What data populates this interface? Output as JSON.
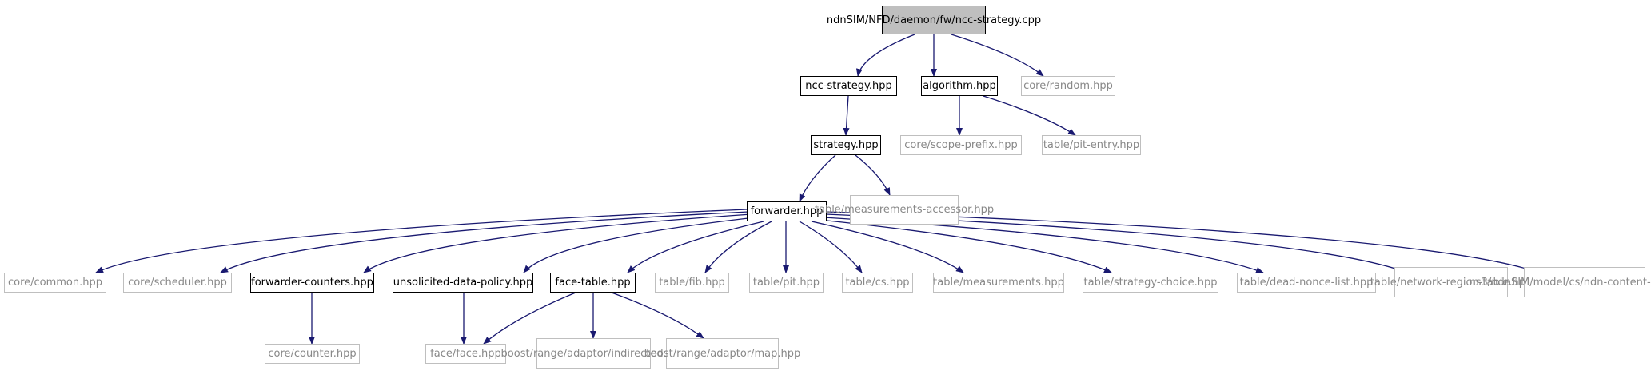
{
  "colors": {
    "edge": "#191970",
    "main_fill": "#bfbfbf",
    "documented_border": "#000000",
    "external_border": "#bfbfbf",
    "external_text": "#888888"
  },
  "nodes": {
    "ncc_strategy_cpp": [
      "ndnSIM/NFD/daemon/fw",
      "/ncc-strategy.cpp"
    ],
    "ncc_strategy_hpp": [
      "ncc-strategy.hpp"
    ],
    "algorithm_hpp": [
      "algorithm.hpp"
    ],
    "core_random_hpp": [
      "core/random.hpp"
    ],
    "strategy_hpp": [
      "strategy.hpp"
    ],
    "core_scope_prefix_hpp": [
      "core/scope-prefix.hpp"
    ],
    "table_pit_entry_hpp": [
      "table/pit-entry.hpp"
    ],
    "forwarder_hpp": [
      "forwarder.hpp"
    ],
    "table_measurements_accessor_hpp": [
      "table/measurements",
      "-accessor.hpp"
    ],
    "core_common_hpp": [
      "core/common.hpp"
    ],
    "core_scheduler_hpp": [
      "core/scheduler.hpp"
    ],
    "forwarder_counters_hpp": [
      "forwarder-counters.hpp"
    ],
    "unsolicited_data_policy_hpp": [
      "unsolicited-data-policy.hpp"
    ],
    "face_table_hpp": [
      "face-table.hpp"
    ],
    "table_fib_hpp": [
      "table/fib.hpp"
    ],
    "table_pit_hpp": [
      "table/pit.hpp"
    ],
    "table_cs_hpp": [
      "table/cs.hpp"
    ],
    "table_measurements_hpp": [
      "table/measurements.hpp"
    ],
    "table_strategy_choice_hpp": [
      "table/strategy-choice.hpp"
    ],
    "table_dead_nonce_list_hpp": [
      "table/dead-nonce-list.hpp"
    ],
    "table_network_region_table_hpp": [
      "table/network-region",
      "-table.hpp"
    ],
    "ns3_ndn_content_store_hpp": [
      "ns3/ndnSIM/model/cs",
      "/ndn-content-store.hpp"
    ],
    "core_counter_hpp": [
      "core/counter.hpp"
    ],
    "face_face_hpp": [
      "face/face.hpp"
    ],
    "boost_indirected_hpp": [
      "boost/range/adaptor",
      "/indirected.hpp"
    ],
    "boost_map_hpp": [
      "boost/range/adaptor",
      "/map.hpp"
    ]
  }
}
